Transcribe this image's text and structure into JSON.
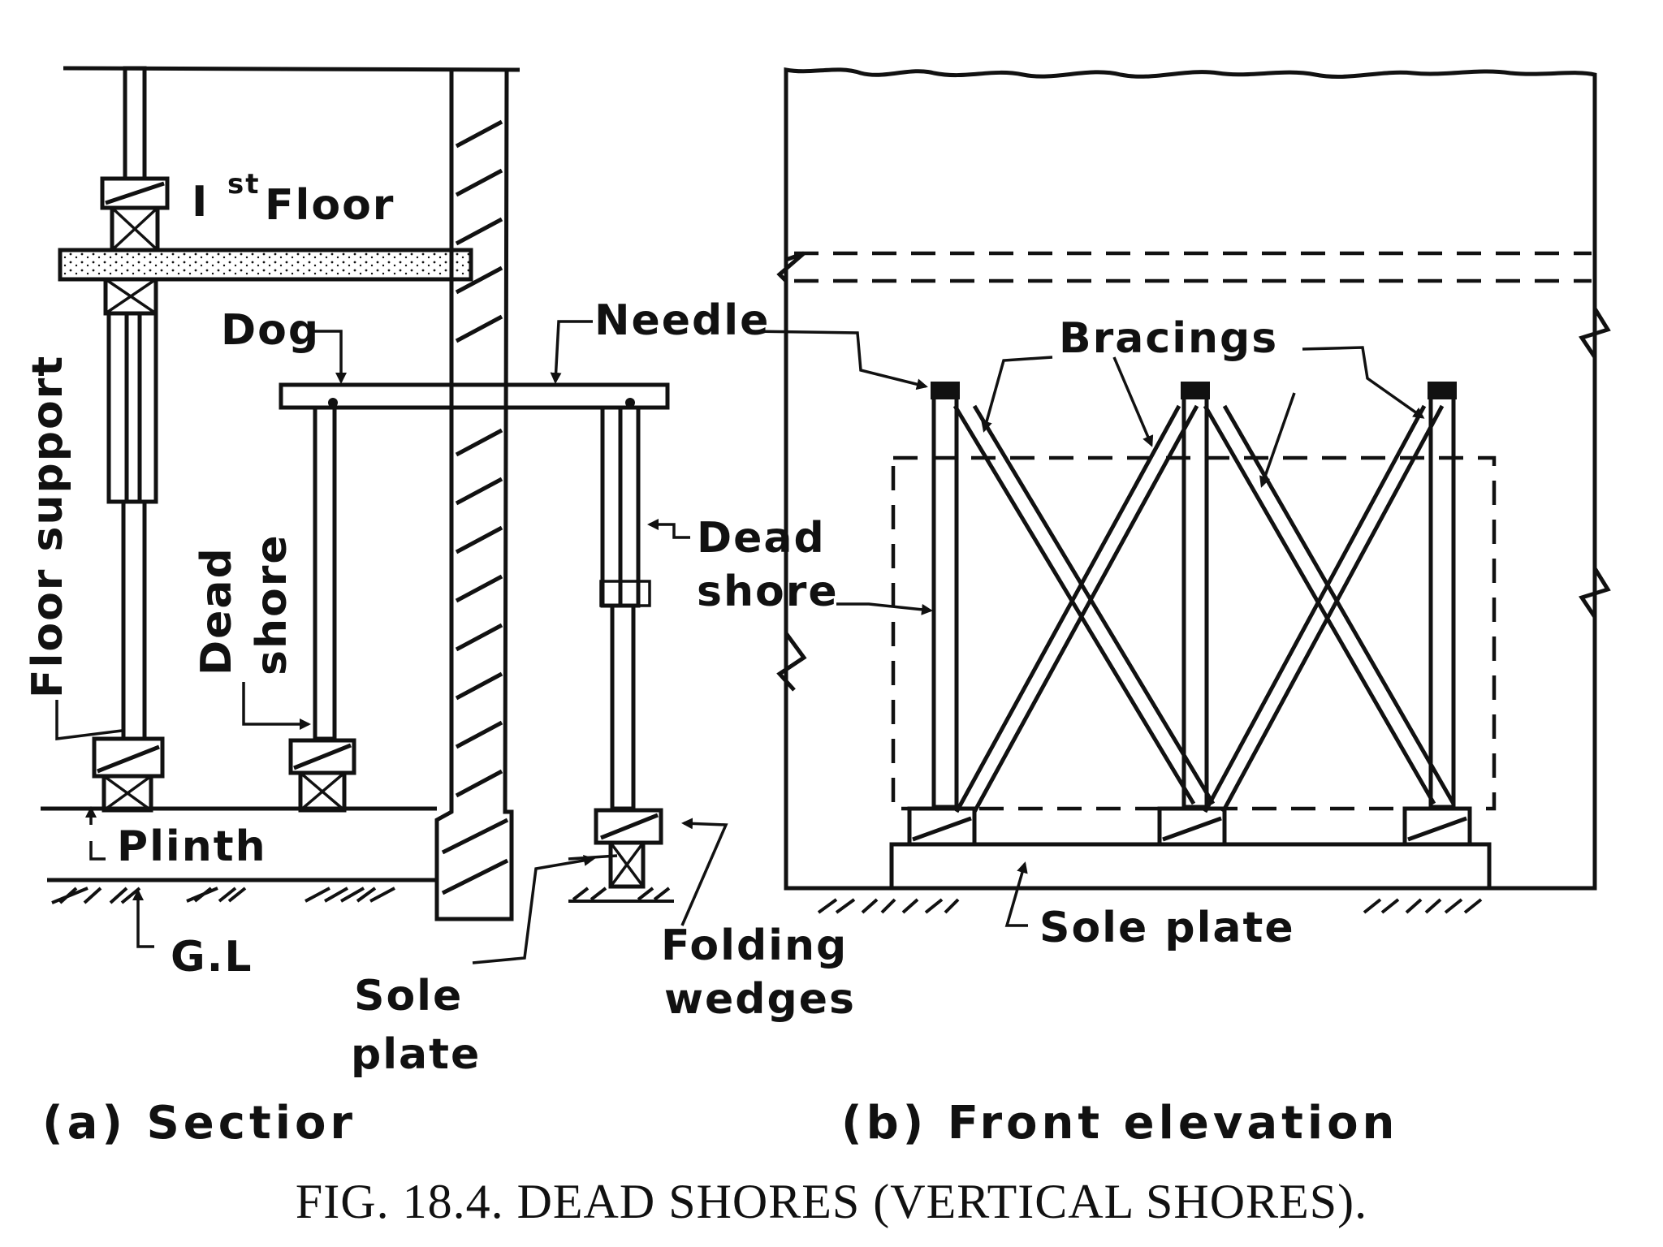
{
  "figure": {
    "caption": "FIG. 18.4. DEAD SHORES (VERTICAL SHORES).",
    "panel_a": {
      "subtitle": "(a) Sectior",
      "labels": {
        "first_floor_sup": "st",
        "first_floor_prefix": "I",
        "first_floor": "Floor",
        "floor_support": "Floor support",
        "dog": "Dog",
        "needle": "Needle",
        "dead_shore_left_1": "Dead",
        "dead_shore_left_2": "shore",
        "dead_shore_right_1": "Dead",
        "dead_shore_right_2": "shore",
        "plinth": "Plinth",
        "gl": "G.L",
        "sole_plate_1": "Sole",
        "sole_plate_2": "plate",
        "folding_wedges_1": "Folding",
        "folding_wedges_2": "wedges"
      }
    },
    "panel_b": {
      "subtitle": "(b) Front elevation",
      "labels": {
        "bracings": "Bracings",
        "dead_shore_1": "Dead",
        "dead_shore_2": "shore",
        "sole_plate": "Sole plate"
      }
    }
  }
}
